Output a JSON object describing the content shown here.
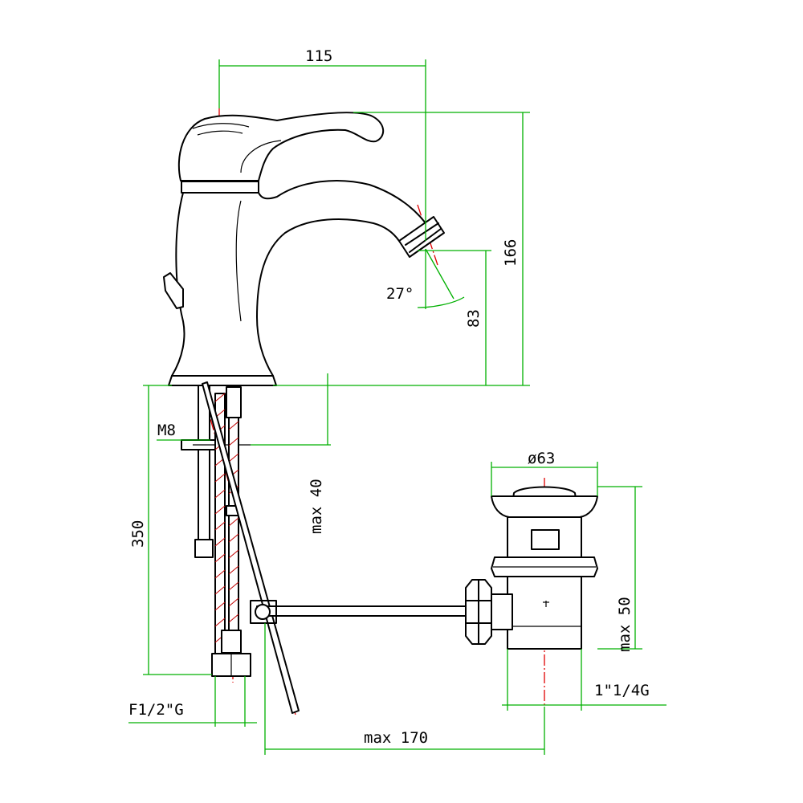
{
  "colors": {
    "outline": "#000000",
    "dimension": "#00b000",
    "centerline": "#e00000"
  },
  "labels": {
    "d115": "115",
    "d166": "166",
    "d83": "83",
    "angle": "27°",
    "m8": "M8",
    "max40": "max 40",
    "d350": "350",
    "d63": "ø63",
    "max50": "max 50",
    "thread_waste": "1\"1/4G",
    "thread_supply": "F1/2\"G",
    "max170": "max 170"
  }
}
